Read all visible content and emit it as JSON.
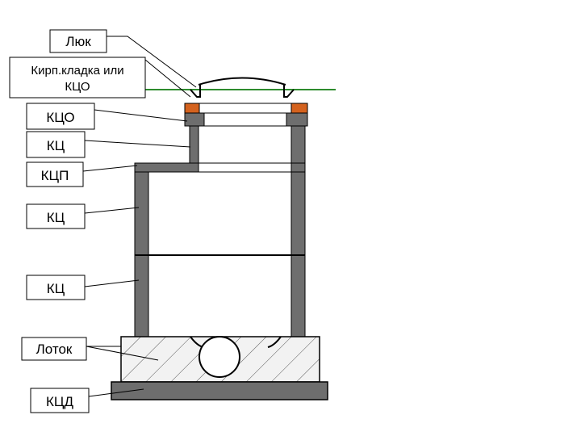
{
  "diagram": {
    "labels": {
      "hatch": "Люк",
      "masonry_line1": "Кирп.кладка или",
      "masonry_line2": "КЦО",
      "kco": "КЦО",
      "kc_top": "КЦ",
      "kcp": "КЦП",
      "kc_middle": "КЦ",
      "kc_lower": "КЦ",
      "tray": "Лоток",
      "kcd": "КЦД"
    },
    "colors": {
      "concrete": "#6e6e6e",
      "brick": "#d4621e",
      "ground_line": "#2e8b2e",
      "base_fill": "#f2f2f2",
      "outline": "#000000"
    }
  }
}
